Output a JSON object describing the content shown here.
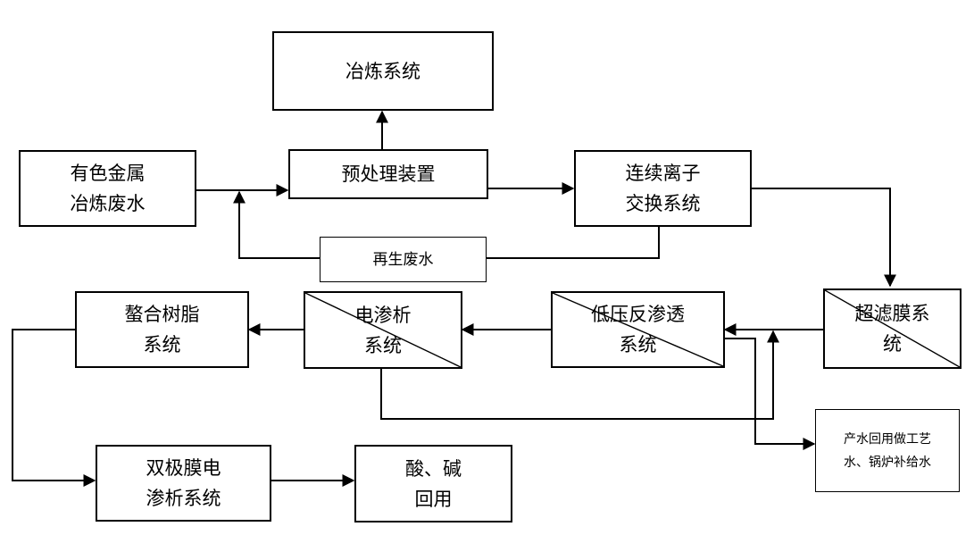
{
  "nodes": {
    "smelting": [
      "冶炼系统"
    ],
    "wastewater": [
      "有色金属",
      "冶炼废水"
    ],
    "pretreatment": [
      "预处理装置"
    ],
    "ion_exchange": [
      "连续离子",
      "交换系统"
    ],
    "regen_water": [
      "再生废水"
    ],
    "ultrafiltration": [
      "超滤膜系",
      "统"
    ],
    "low_pressure_ro": [
      "低压反渗透",
      "系统"
    ],
    "electrodialysis": [
      "电渗析",
      "系统"
    ],
    "chelating_resin": [
      "螯合树脂",
      "系统"
    ],
    "bipolar_ed": [
      "双极膜电",
      "渗析系统"
    ],
    "acid_base": [
      "酸、碱",
      "回用"
    ],
    "product_water": [
      "产水回用做工艺",
      "水、锅炉补给水"
    ]
  }
}
